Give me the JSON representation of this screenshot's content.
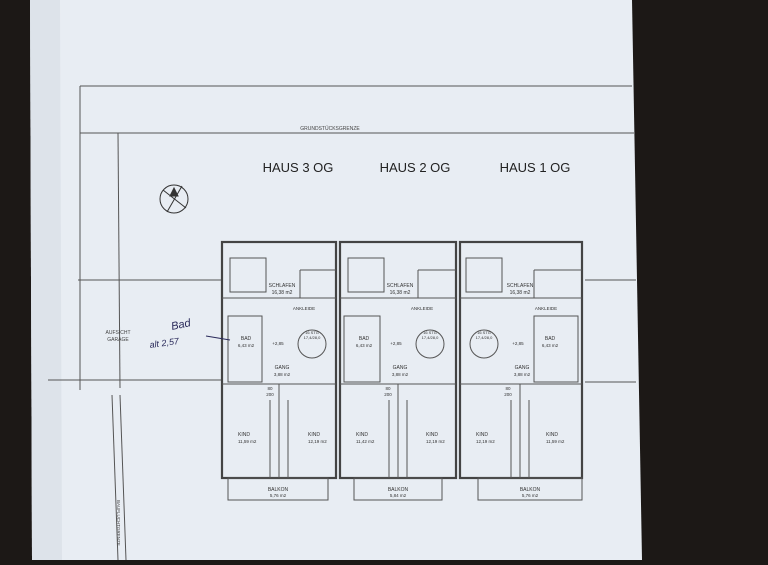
{
  "labels": {
    "boundary": "GRUNDSTÜCKSGRENZE",
    "garage": [
      "AUFSICHT",
      "GARAGE"
    ],
    "side_boundary": "BAUFLUCHTGRENZE"
  },
  "houses": [
    {
      "title": "HAUS 3 OG",
      "schlafen": [
        "SCHLAFEN",
        "16,38 m2"
      ],
      "ankleide": "ANKLEIDE",
      "bad": [
        "BAD",
        "6,43 m2"
      ],
      "gang": [
        "GANG",
        "3,88 m2"
      ],
      "kind_left": [
        "KIND",
        "11,59 m2"
      ],
      "kind_right": [
        "KIND",
        "12,19 m2"
      ],
      "balkon": [
        "BALKON",
        "5,76 m2"
      ],
      "stairs": [
        "16 STG",
        "17,4/28,0"
      ],
      "level": "+2,85",
      "door": [
        "80",
        "200"
      ]
    },
    {
      "title": "HAUS 2 OG",
      "schlafen": [
        "SCHLAFEN",
        "16,38 m2"
      ],
      "ankleide": "ANKLEIDE",
      "bad": [
        "BAD",
        "6,43 m2"
      ],
      "gang": [
        "GANG",
        "3,88 m2"
      ],
      "kind_left": [
        "KIND",
        "11,42 m2"
      ],
      "kind_right": [
        "KIND",
        "12,19 m2"
      ],
      "balkon": [
        "BALKON",
        "5,84 m2"
      ],
      "stairs": [
        "16 STG",
        "17,4/28,0"
      ],
      "level": "+2,85",
      "door": [
        "80",
        "200"
      ]
    },
    {
      "title": "HAUS 1 OG",
      "schlafen": [
        "SCHLAFEN",
        "16,38 m2"
      ],
      "ankleide": "ANKLEIDE",
      "bad": [
        "BAD",
        "6,43 m2"
      ],
      "gang": [
        "GANG",
        "3,88 m2"
      ],
      "kind_left": [
        "KIND",
        "12,19 m2"
      ],
      "kind_right": [
        "KIND",
        "11,59 m2"
      ],
      "balkon": [
        "BALKON",
        "5,76 m2"
      ],
      "stairs": [
        "16 STG",
        "17,4/28,0"
      ],
      "level": "+2,85",
      "door": [
        "80",
        "200"
      ]
    }
  ],
  "handwriting": [
    "Bad",
    "alt 2,57"
  ]
}
